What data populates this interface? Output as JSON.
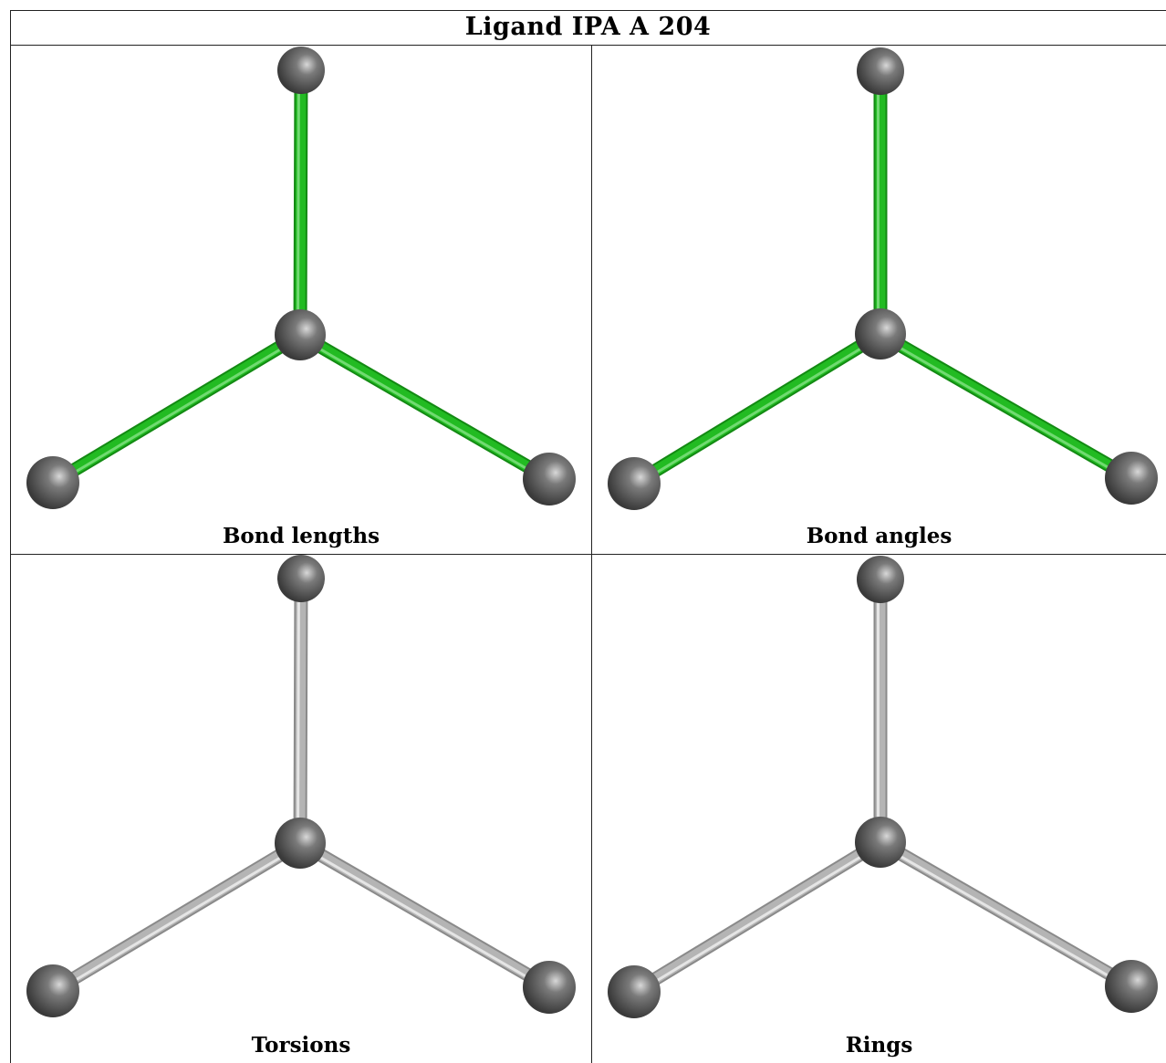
{
  "title": "Ligand IPA A 204",
  "colors": {
    "ok_bond": "#22bb22",
    "ok_bond_highlight": "#7fe07f",
    "ok_bond_shadow": "#138a13",
    "neutral_bond": "#b4b4b4",
    "neutral_bond_highlight": "#eeeeee",
    "neutral_bond_shadow": "#8a8a8a",
    "atom": "#7a7a7a",
    "atom_highlight": "#d8d8d8",
    "atom_shadow": "#3a3a3a"
  },
  "panels": [
    {
      "caption": "Bond lengths",
      "bond_color": "green"
    },
    {
      "caption": "Bond angles",
      "bond_color": "green"
    },
    {
      "caption": "Torsions",
      "bond_color": "grey"
    },
    {
      "caption": "Rings",
      "bond_color": "grey"
    }
  ]
}
